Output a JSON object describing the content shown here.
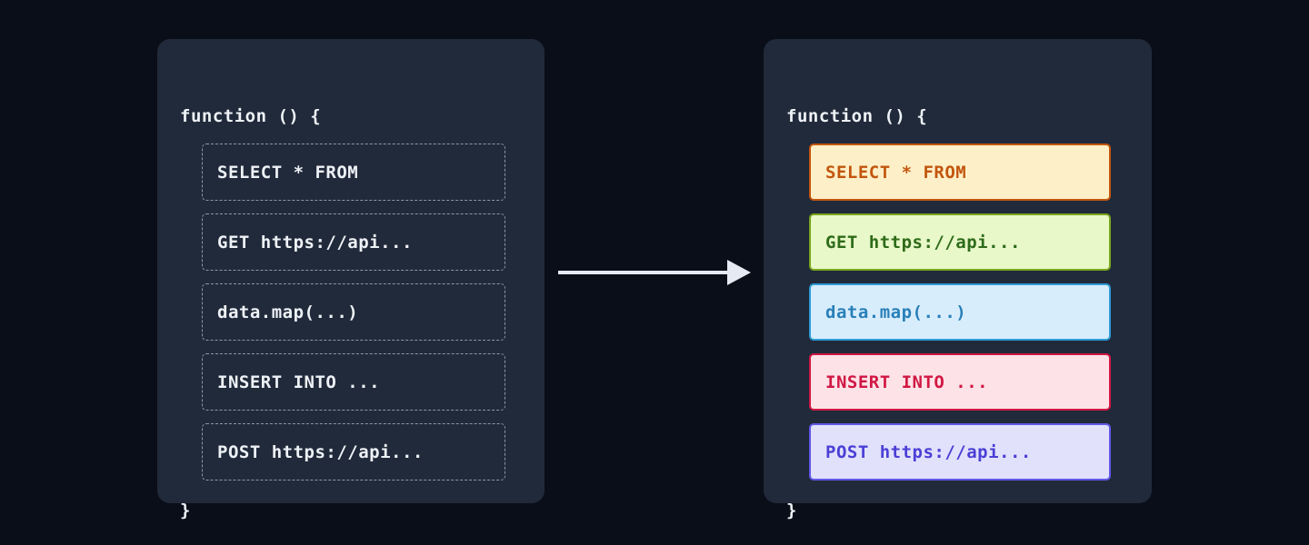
{
  "page": {
    "background": "#0a0e19",
    "panel_background": "#212a3a",
    "dashed_border_color": "#8d97a6",
    "code_text_color": "#eef2f7"
  },
  "before_panel": {
    "title": "before-code-panel",
    "header": "function () {",
    "footer": "}",
    "rows": [
      {
        "text": "SELECT * FROM"
      },
      {
        "text": "GET https://api..."
      },
      {
        "text": "data.map(...)"
      },
      {
        "text": "INSERT INTO ..."
      },
      {
        "text": "POST https://api..."
      }
    ]
  },
  "after_panel": {
    "title": "after-code-panel",
    "header": "function () {",
    "footer": "}",
    "rows": [
      {
        "text": "SELECT * FROM",
        "kind": "sql-select",
        "bg": "#fdf0c8",
        "border": "#c2560e",
        "fg": "#c2560e"
      },
      {
        "text": "GET https://api...",
        "kind": "http-get",
        "bg": "#e8f8c8",
        "border": "#77a61d",
        "fg": "#2e6b1a"
      },
      {
        "text": "data.map(...)",
        "kind": "js-map",
        "bg": "#d8edfc",
        "border": "#2e9bd6",
        "fg": "#2980b9"
      },
      {
        "text": "INSERT INTO ...",
        "kind": "sql-insert",
        "bg": "#fde3e8",
        "border": "#d11743",
        "fg": "#d11743"
      },
      {
        "text": "POST https://api...",
        "kind": "http-post",
        "bg": "#e1e1fb",
        "border": "#6257e6",
        "fg": "#4b3fd6"
      }
    ]
  },
  "arrow": {
    "name": "transform-arrow",
    "direction": "right",
    "color": "#e6eaf2"
  }
}
